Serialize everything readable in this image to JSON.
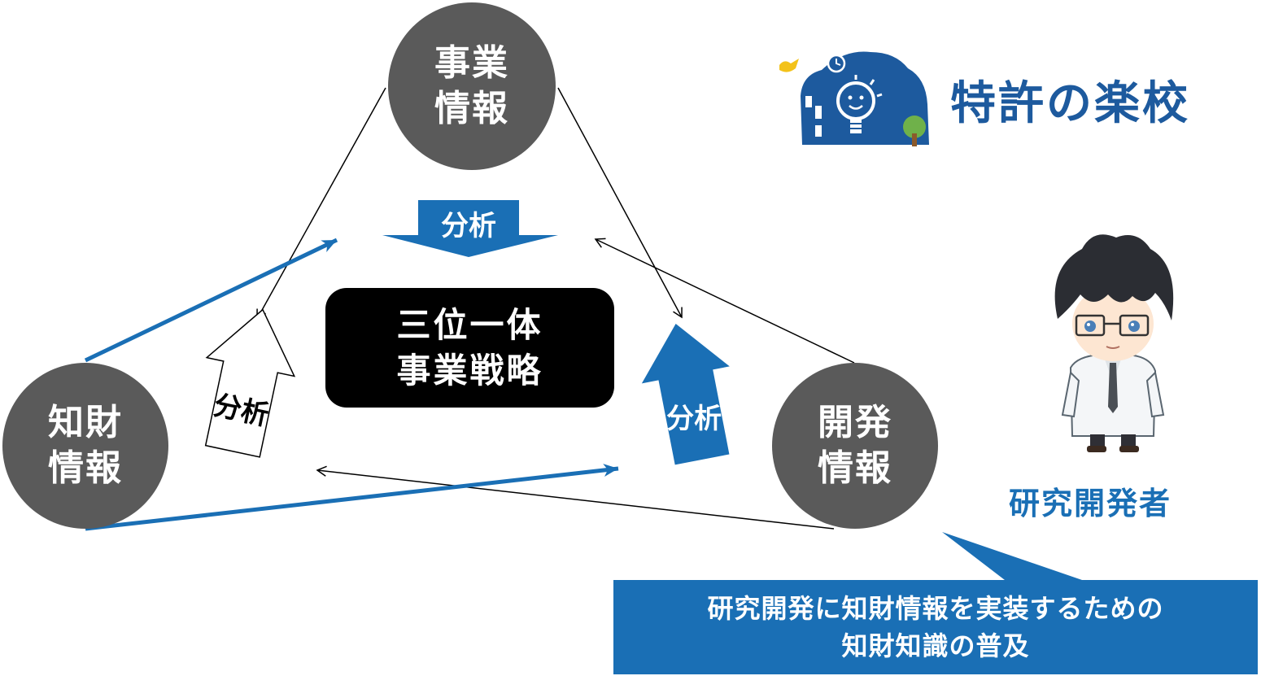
{
  "nodes": {
    "business": {
      "line1": "事業",
      "line2": "情報"
    },
    "ip": {
      "line1": "知財",
      "line2": "情報"
    },
    "development": {
      "line1": "開発",
      "line2": "情報"
    }
  },
  "center": {
    "line1": "三位一体",
    "line2": "事業戦略"
  },
  "analysis_labels": {
    "top": "分析",
    "left": "分析",
    "right": "分析"
  },
  "logo": {
    "text": "特許の楽校"
  },
  "persona": {
    "label": "研究開発者"
  },
  "callout": {
    "line1": "研究開発に知財情報を実装するための",
    "line2": "知財知識の普及"
  },
  "colors": {
    "blue": "#1a6fb5",
    "node_gray": "#5a5a5a",
    "logo_blue": "#1d5a9e",
    "center_black": "#000000"
  }
}
